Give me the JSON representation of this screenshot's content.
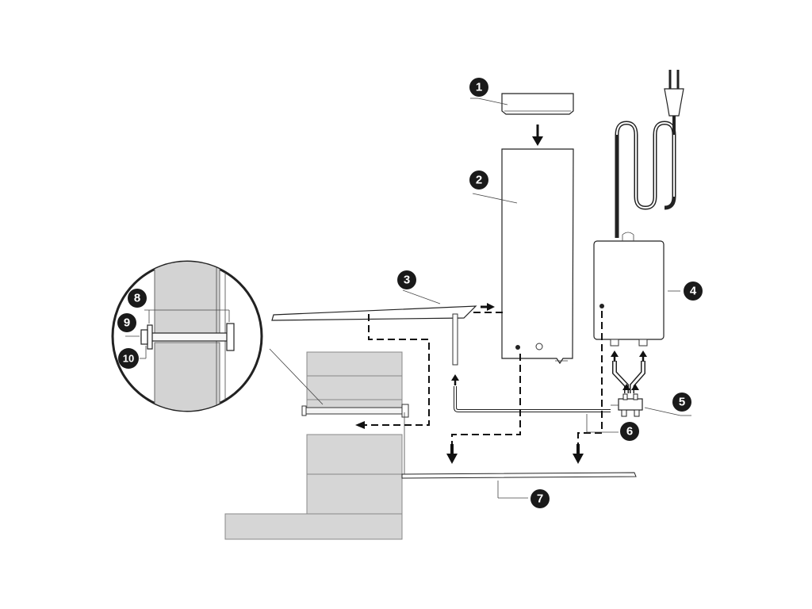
{
  "callouts": [
    {
      "id": "1",
      "label": "1"
    },
    {
      "id": "2",
      "label": "2"
    },
    {
      "id": "3",
      "label": "3"
    },
    {
      "id": "4",
      "label": "4"
    },
    {
      "id": "5",
      "label": "5"
    },
    {
      "id": "6",
      "label": "6"
    },
    {
      "id": "7",
      "label": "7"
    },
    {
      "id": "8",
      "label": "8"
    },
    {
      "id": "9",
      "label": "9"
    },
    {
      "id": "10",
      "label": "10"
    }
  ],
  "colors": {
    "ink": "#222222",
    "badge": "#1a1a1a",
    "wall": "#d6d6d6",
    "background": "#ffffff"
  }
}
